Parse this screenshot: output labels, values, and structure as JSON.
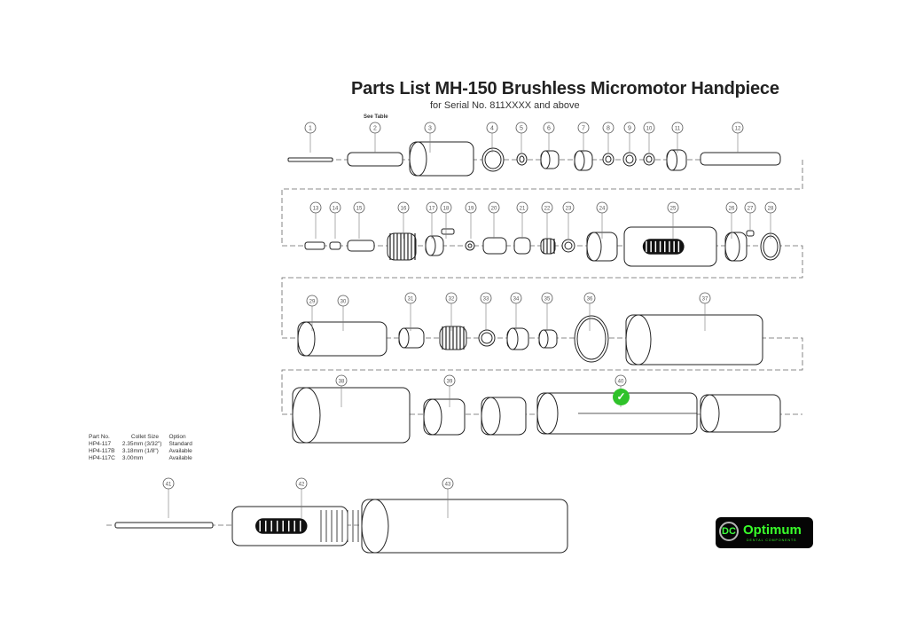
{
  "header": {
    "title": "Parts List MH-150 Brushless Micromotor Handpiece",
    "subtitle": "for Serial No. 811XXXX and above",
    "see_table_note": "See Table"
  },
  "part_labels": [
    "1",
    "2",
    "3",
    "4",
    "5",
    "6",
    "7",
    "8",
    "9",
    "10",
    "11",
    "12",
    "13",
    "14",
    "15",
    "16",
    "17",
    "18",
    "19",
    "20",
    "21",
    "22",
    "23",
    "24",
    "25",
    "26",
    "27",
    "28",
    "29",
    "30",
    "31",
    "32",
    "33",
    "34",
    "35",
    "36",
    "37",
    "38",
    "39",
    "40",
    "41",
    "42",
    "43"
  ],
  "selected_part": "40",
  "collet_table": {
    "headers": [
      "Part No.",
      "Collet Size",
      "Option"
    ],
    "rows": [
      [
        "HP4-117",
        "2.35mm (3/32\")",
        "Standard"
      ],
      [
        "HP4-117B",
        "3.18mm (1/8\")",
        "Available"
      ],
      [
        "HP4-117C",
        "3.00mm",
        "Available"
      ]
    ]
  },
  "logo": {
    "mark": "DC",
    "name": "Optimum",
    "tagline": "DENTAL COMPONENTS"
  },
  "colors": {
    "check": "#2fc22a",
    "logo_green": "#39ff2a",
    "line": "#555555"
  },
  "icons": {
    "check": "check-circle-icon"
  }
}
